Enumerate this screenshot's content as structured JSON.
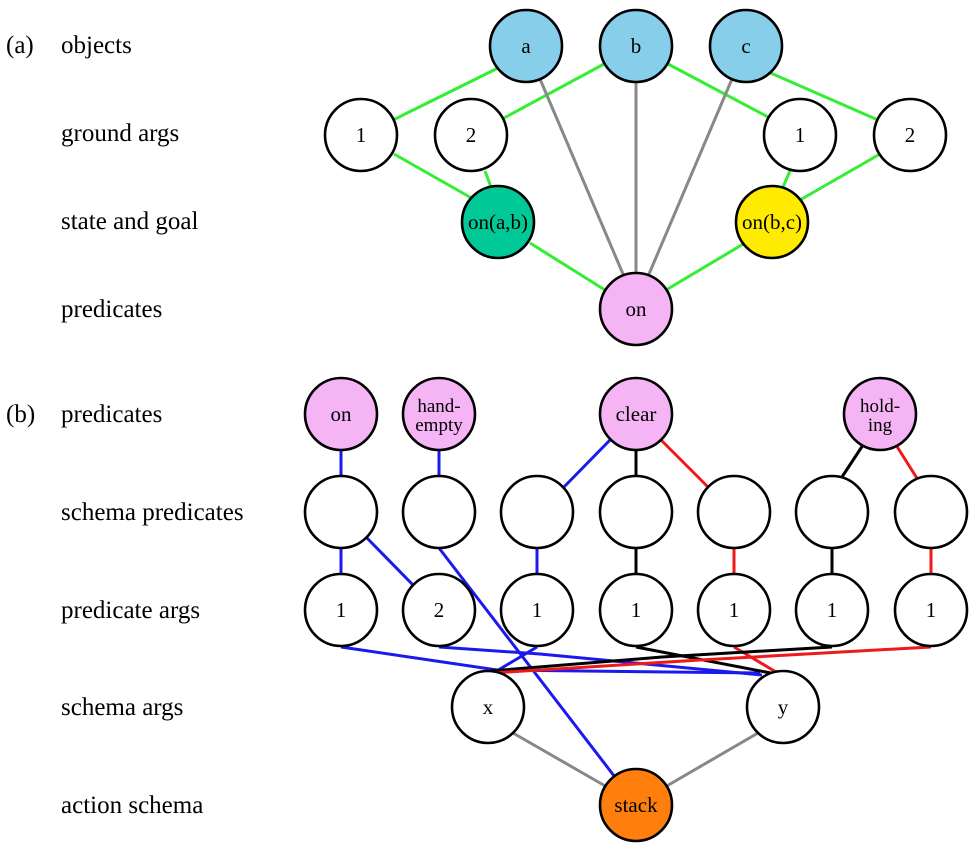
{
  "colors": {
    "object": "#87ceeb",
    "state": "#00c896",
    "goal": "#ffeb00",
    "predicate": "#f5b5f5",
    "action": "#ff7f0e",
    "plain": "#ffffff",
    "green_edge": "#33ee33",
    "gray_edge": "#888888",
    "blue_edge": "#1a1aee",
    "red_edge": "#ee1a1a",
    "black_edge": "#000000"
  },
  "panel_a": {
    "tag": "(a)",
    "rows": {
      "objects": "objects",
      "ground_args": "ground args",
      "state_goal": "state and goal",
      "predicates": "predicates"
    },
    "nodes": {
      "obj_a": "a",
      "obj_b": "b",
      "obj_c": "c",
      "ga1": "1",
      "ga2": "2",
      "ga3": "1",
      "ga4": "2",
      "state": "on(a,b)",
      "goal": "on(b,c)",
      "pred_on": "on"
    }
  },
  "panel_b": {
    "tag": "(b)",
    "rows": {
      "predicates": "predicates",
      "schema_predicates": "schema predicates",
      "predicate_args": "predicate args",
      "schema_args": "schema args",
      "action_schema": "action schema"
    },
    "nodes": {
      "on": "on",
      "handempty_1": "hand-",
      "handempty_2": "empty",
      "clear": "clear",
      "holding_1": "hold-",
      "holding_2": "ing",
      "pa1": "1",
      "pa2": "2",
      "pa3": "1",
      "pa4": "1",
      "pa5": "1",
      "pa6": "1",
      "pa7": "1",
      "x": "x",
      "y": "y",
      "stack": "stack"
    }
  }
}
